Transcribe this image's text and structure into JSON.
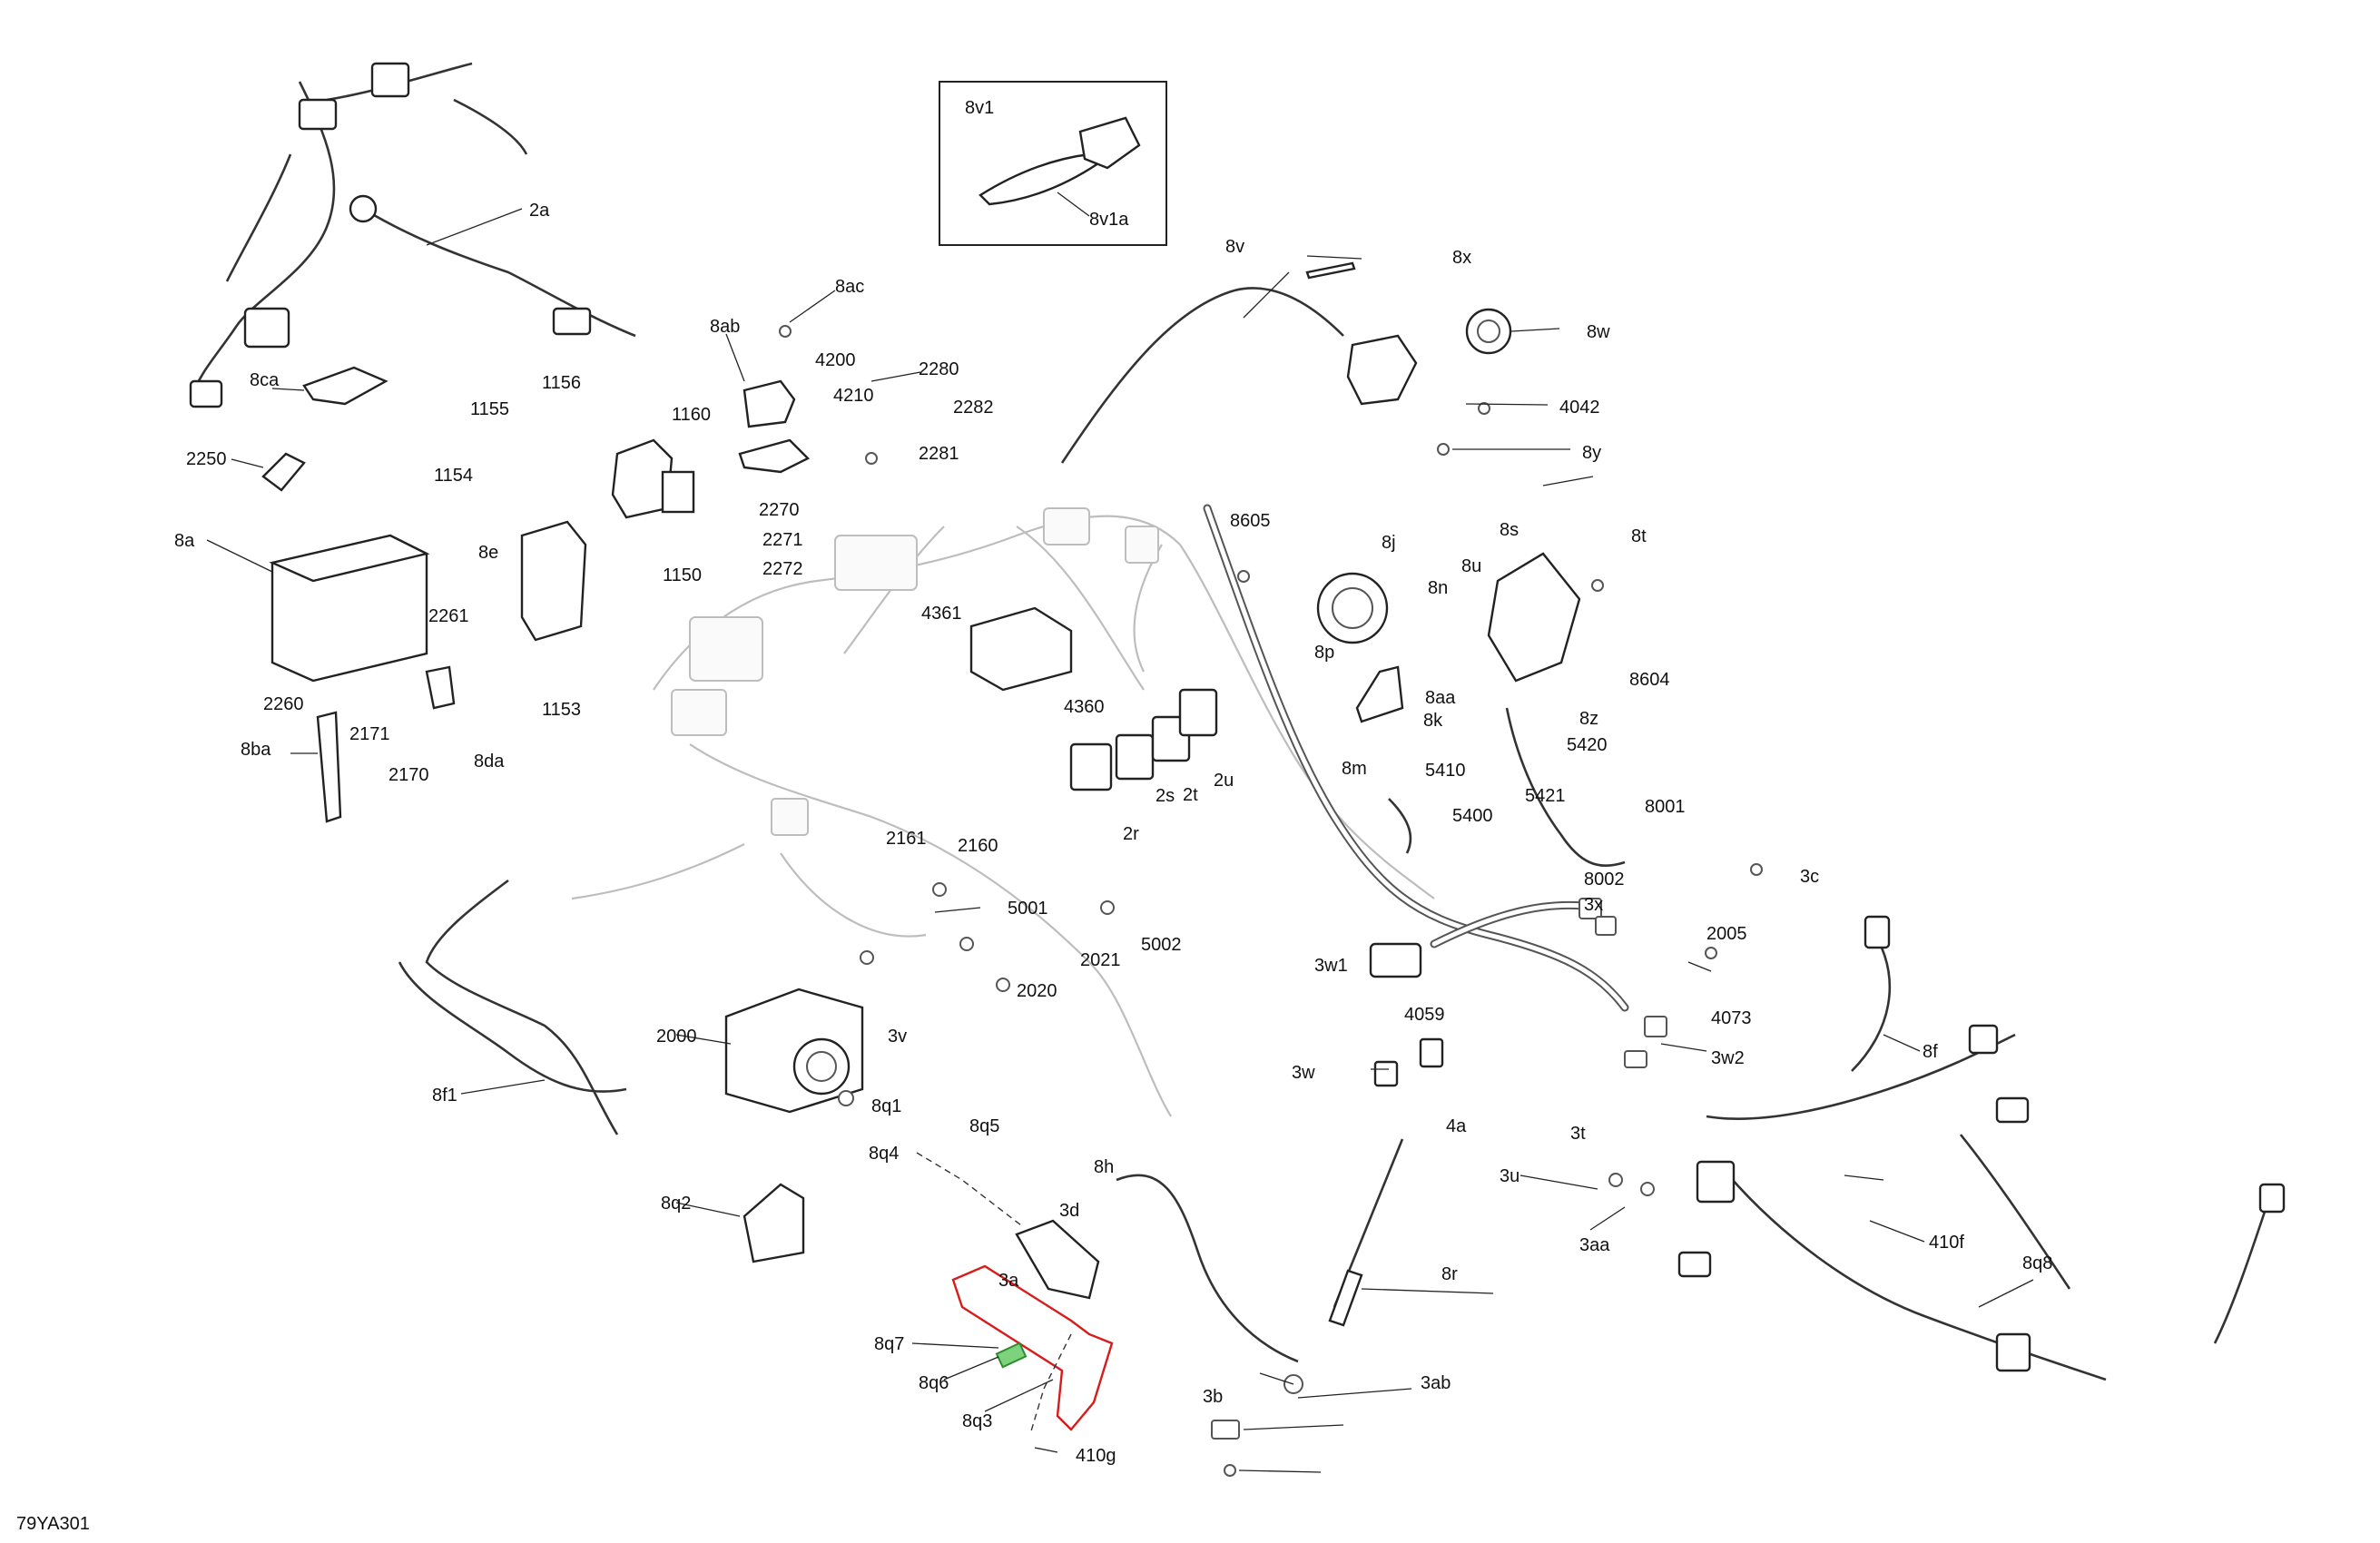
{
  "drawing_id": "79YA301",
  "inset_labels": {
    "box_title": "8v1",
    "key": "8v1a"
  },
  "callouts": [
    "2a",
    "8ac",
    "8ab",
    "4200",
    "4210",
    "2280",
    "2282",
    "2281",
    "8ca",
    "1155",
    "1156",
    "1160",
    "2250",
    "1154",
    "2270",
    "2271",
    "2272",
    "8a",
    "8e",
    "1150",
    "2261",
    "1153",
    "2260",
    "2171",
    "8ba",
    "2170",
    "8da",
    "8v",
    "8x",
    "8w",
    "4042",
    "8y",
    "8605",
    "8j",
    "8s",
    "8t",
    "4361",
    "8n",
    "8u",
    "8p",
    "8604",
    "8aa",
    "8k",
    "4360",
    "8z",
    "8m",
    "5410",
    "5420",
    "2u",
    "2t",
    "2s",
    "2r",
    "5400",
    "5421",
    "8001",
    "8002",
    "3x",
    "3c",
    "2005",
    "2161",
    "2160",
    "5001",
    "5002",
    "2021",
    "2020",
    "3v",
    "3w1",
    "4059",
    "4073",
    "3w2",
    "3w",
    "4a",
    "8f",
    "2000",
    "8f1",
    "8q1",
    "8q5",
    "8q4",
    "8h",
    "8q2",
    "3d",
    "3t",
    "3u",
    "3aa",
    "410f",
    "8r",
    "3a",
    "8q8",
    "8q7",
    "8q6",
    "8q3",
    "410g",
    "3b",
    "3ab"
  ]
}
